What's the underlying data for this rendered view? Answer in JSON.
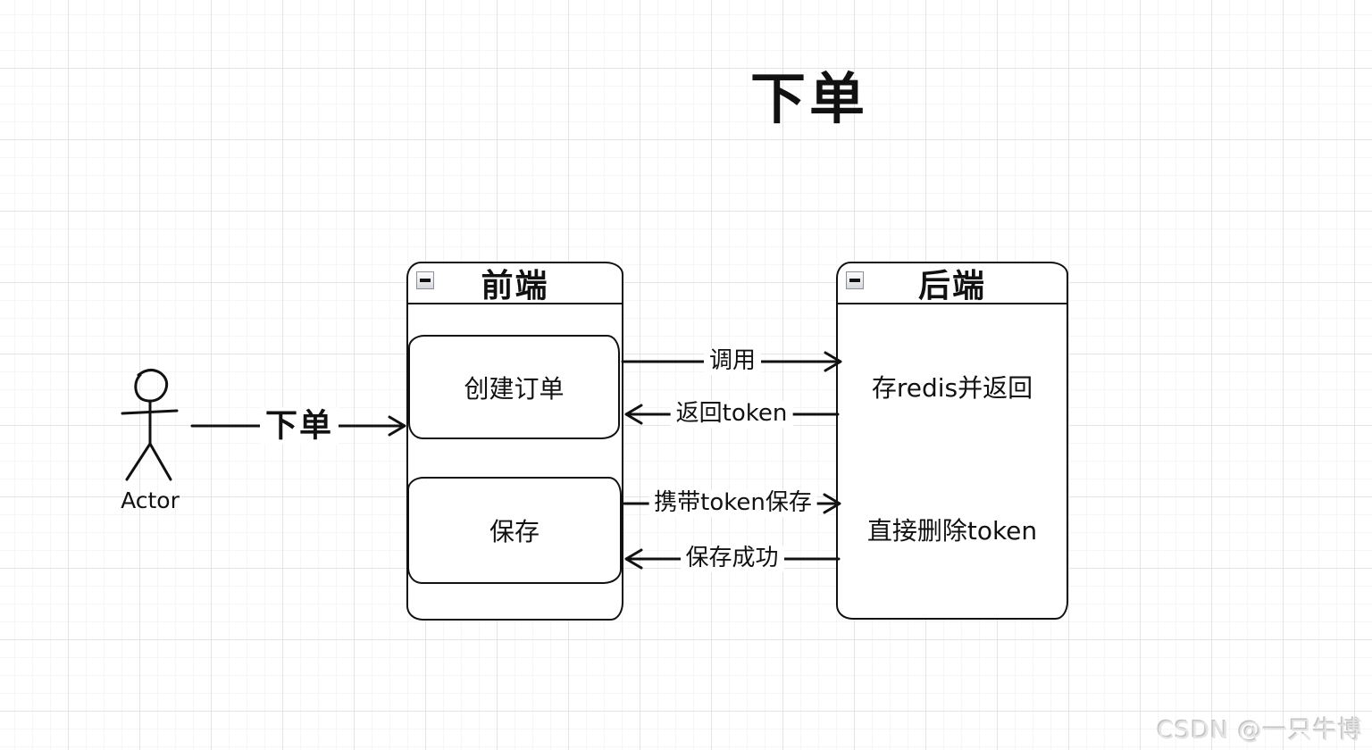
{
  "title": "下单",
  "watermark": "CSDN @一只牛博",
  "actor": {
    "label": "Actor"
  },
  "actor_arrow": {
    "label": "下单",
    "direction": "right"
  },
  "frontend": {
    "title": "前端",
    "collapse_icon": "minus",
    "nodes": [
      {
        "label": "创建订单"
      },
      {
        "label": "保存"
      }
    ]
  },
  "backend": {
    "title": "后端",
    "collapse_icon": "minus",
    "nodes": [
      {
        "label": "存redis并返回"
      },
      {
        "label": "直接删除token"
      }
    ]
  },
  "messages": [
    {
      "label": "调用",
      "direction": "right"
    },
    {
      "label": "返回token",
      "direction": "left"
    },
    {
      "label": "携带token保存",
      "direction": "right"
    },
    {
      "label": "保存成功",
      "direction": "left"
    }
  ]
}
